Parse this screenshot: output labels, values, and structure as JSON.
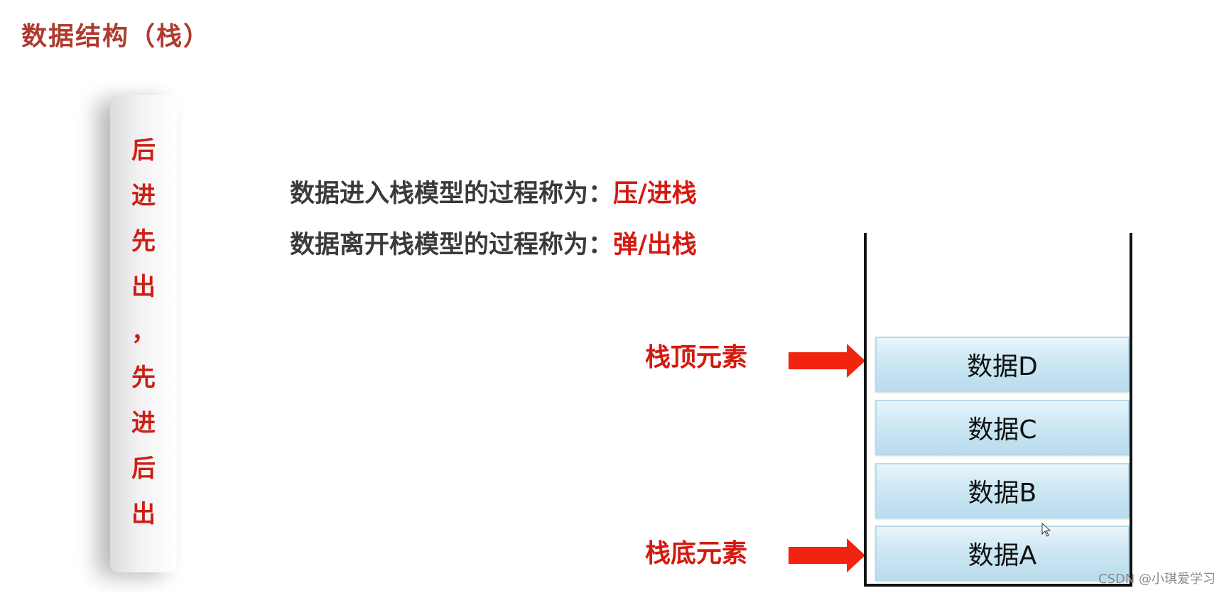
{
  "title": "数据结构（栈）",
  "side_panel": {
    "chars": [
      "后",
      "进",
      "先",
      "出",
      "，",
      "先",
      "进",
      "后",
      "出"
    ]
  },
  "definitions": [
    {
      "prefix": "数据进入栈模型的过程称为：",
      "term": "压/进栈"
    },
    {
      "prefix": "数据离开栈模型的过程称为：",
      "term": "弹/出栈"
    }
  ],
  "pointers": {
    "top_label": "栈顶元素",
    "bottom_label": "栈底元素"
  },
  "stack": {
    "items": [
      "数据D",
      "数据C",
      "数据B",
      "数据A"
    ]
  },
  "watermark": "CSDN @小琪爱学习",
  "colors": {
    "title": "#b03a2e",
    "accent_red": "#d41a10",
    "stack_fill": "#cde7f3",
    "container_line": "#111111"
  }
}
